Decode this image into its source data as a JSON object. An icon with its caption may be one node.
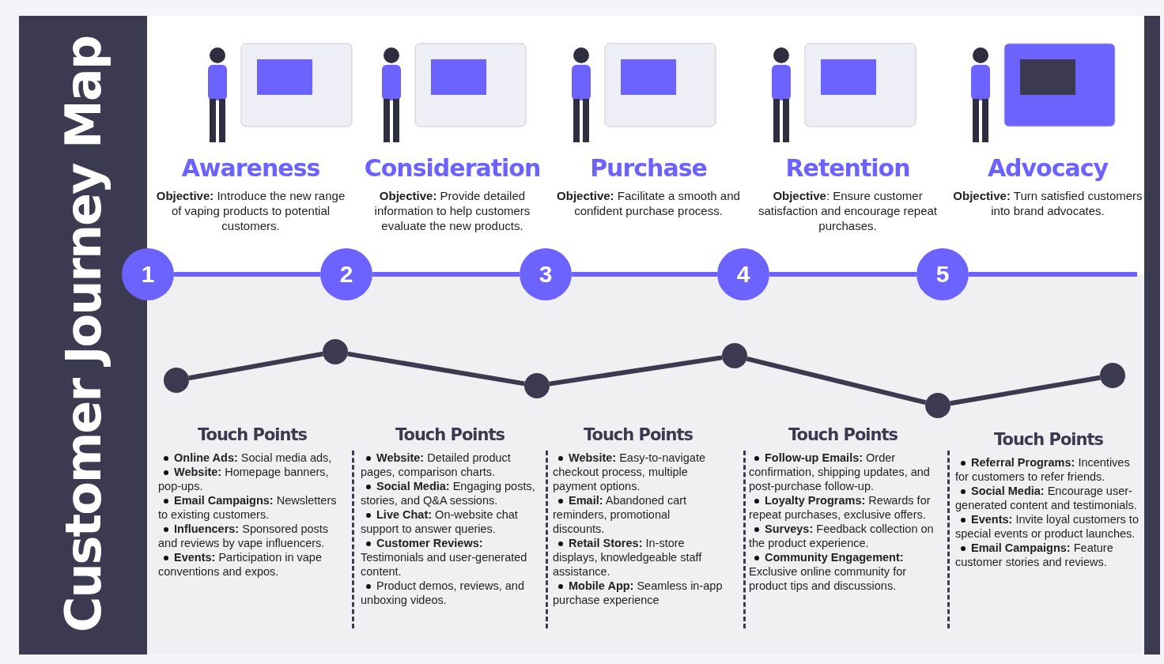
{
  "diagram": {
    "title": "Customer Journey Map",
    "nodes": [
      {
        "text": [
          "Awareness",
          "**Objective:** Introduce the new range of vaping products to potential customers."
        ]
      },
      {
        "text": [
          "Consideration",
          "**Objective:** Provide detailed information to help customers evaluate the new products."
        ]
      },
      {
        "text": [
          "Purchase",
          "**Objective:** Facilitate a smooth and confident purchase process."
        ]
      },
      {
        "text": [
          "Retention",
          "**Objective**: Ensure customer satisfaction and encourage repeat purchases."
        ]
      },
      {
        "text": [
          "Advocacy",
          "**Objective:** Turn satisfied customers into brand advocates."
        ]
      },
      {
        "text": [
          "1"
        ]
      },
      {
        "text": [
          "2"
        ]
      },
      {
        "text": [
          "3"
        ]
      },
      {
        "text": [
          "4"
        ]
      },
      {
        "text": [
          "5"
        ]
      },
      {
        "text": [],
        "shape": "circle"
      },
      {
        "text": [],
        "shape": "circle"
      },
      {
        "text": [],
        "shape": "circle"
      },
      {
        "text": [],
        "shape": "circle"
      },
      {
        "text": [],
        "shape": "circle"
      },
      {
        "text": [],
        "shape": "circle"
      },
      {
        "text": [
          "Touch Points",
          "**Online Ads:** Social media ads,",
          "**Website:** Homepage banners, pop-ups.",
          "**Email Campaigns:** Newsletters to existing customers.",
          "**Influencers:** Sponsored posts and reviews by vape influencers.",
          "**Events:** Participation in vape conventions and expos."
        ]
      },
      {
        "text": [
          "Touch Points",
          "**Website:** Detailed product pages, comparison charts.",
          "**Social Media:** Engaging posts, stories, and Q&A sessions.",
          "**Live Chat:** On-website chat support to answer queries.",
          "**Customer Reviews:** Testimonials and user-generated content.",
          "Product demos, reviews, and unboxing videos."
        ]
      },
      {
        "text": [
          "Touch Points",
          "**Website:** Easy-to-navigate checkout process, multiple payment options.",
          "**Email:** Abandoned cart reminders, promotional discounts.",
          "**Retail Stores:** In-store displays, knowledgeable staff assistance.",
          "**Mobile App:** Seamless in-app purchase experience"
        ]
      },
      {
        "text": [
          "Touch Points",
          "**Follow-up Emails:** Order confirmation, shipping updates, and post-purchase follow-up.",
          "**Loyalty Programs:** Rewards for repeat purchases, exclusive offers.",
          "**Surveys:** Feedback collection on the product experience.",
          "**Community Engagement:** Exclusive online community for product tips and discussions."
        ]
      },
      {
        "text": [
          "Touch Points",
          "**Referral Programs:** Incentives for customers to refer friends.",
          "**Social Media:** Encourage user-generated content and testimonials.",
          "**Events:** Invite loyal customers to special events or product launches.",
          "**Email Campaigns:** Feature customer stories and reviews."
        ]
      }
    ],
    "edges": [
      {
        "from": 5,
        "to": 6,
        "arrow": "none"
      },
      {
        "from": 6,
        "to": 7,
        "arrow": "none"
      },
      {
        "from": 7,
        "to": 8,
        "arrow": "none"
      },
      {
        "from": 8,
        "to": 9,
        "arrow": "none"
      },
      {
        "from": 9,
        "to": null,
        "arrow": "none"
      },
      {
        "from": 10,
        "to": 11,
        "arrow": "none",
        "color": "#3b3a50"
      },
      {
        "from": 11,
        "to": 12,
        "arrow": "none",
        "color": "#3b3a50"
      },
      {
        "from": 12,
        "to": 13,
        "arrow": "none",
        "color": "#3b3a50"
      },
      {
        "from": 13,
        "to": 14,
        "arrow": "none",
        "color": "#3b3a50"
      },
      {
        "from": 14,
        "to": 15,
        "arrow": "none",
        "color": "#3b3a50"
      }
    ]
  }
}
